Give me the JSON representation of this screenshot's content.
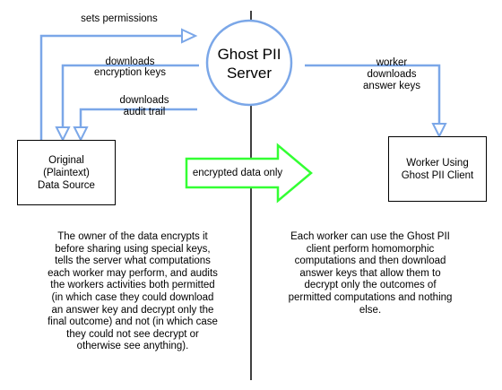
{
  "server": {
    "label": "Ghost PII\nServer"
  },
  "source_box": {
    "label": "Original\n(Plaintext)\nData Source"
  },
  "worker_box": {
    "label": "Worker Using\nGhost PII Client"
  },
  "arrows": {
    "sets_permissions": "sets permissions",
    "downloads_keys": "downloads\nencryption keys",
    "downloads_audit": "downloads\naudit trail",
    "worker_downloads": "worker\ndownloads\nanswer keys",
    "encrypted_data": "encrypted data only"
  },
  "descriptions": {
    "owner": "The owner of the data encrypts it\nbefore sharing using special keys,\ntells the server what computations\neach worker may perform, and audits\nthe workers activities both permitted\n(in which case they could download\nan answer key and decrypt only the\nfinal outcome) and not (in which case\nthey could not see decrypt or\notherwise see anything).",
    "worker": "Each worker can use the Ghost PII\nclient perform homomorphic\ncomputations and then download\nanswer keys that allow them to\ndecrypt only the outcomes of\npermitted computations and nothing\nelse."
  },
  "colors": {
    "arrow_blue": "#7ba7e8",
    "arrow_green": "#33ff33",
    "line": "#000000"
  }
}
